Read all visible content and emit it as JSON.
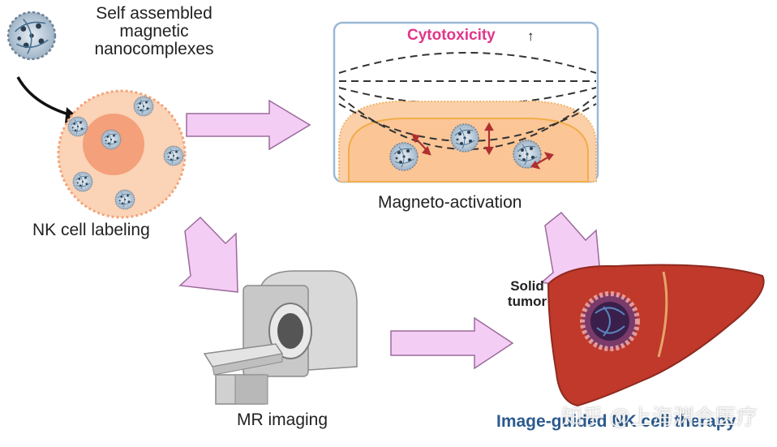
{
  "labels": {
    "nanocomplexes": "Self assembled magnetic nanocomplexes",
    "nk_cell_labeling": "NK cell labeling",
    "magneto_activation": "Magneto-activation",
    "cytotoxicity": "Cytotoxicity",
    "cytotoxicity_arrow": "↑",
    "mr_imaging": "MR imaging",
    "solid_tumor": "Solid tumor",
    "image_guided_therapy": "Image-guided NK cell therapy"
  },
  "watermark": "知乎 @上海渊合医疗",
  "colors": {
    "arrow_fill": "#f4cdf4",
    "arrow_stroke": "#9b6b9b",
    "cell": "#f9c9a6",
    "nucleus": "#f29a72",
    "liver": "#c0392b",
    "cytotoxicity_text": "#e0368a",
    "therapy_text": "#2b5a8e",
    "panel_border": "#9bb8d6"
  },
  "icons": [
    "nanoparticle-icon",
    "mri-scanner-icon",
    "liver-icon",
    "tumor-icon"
  ]
}
